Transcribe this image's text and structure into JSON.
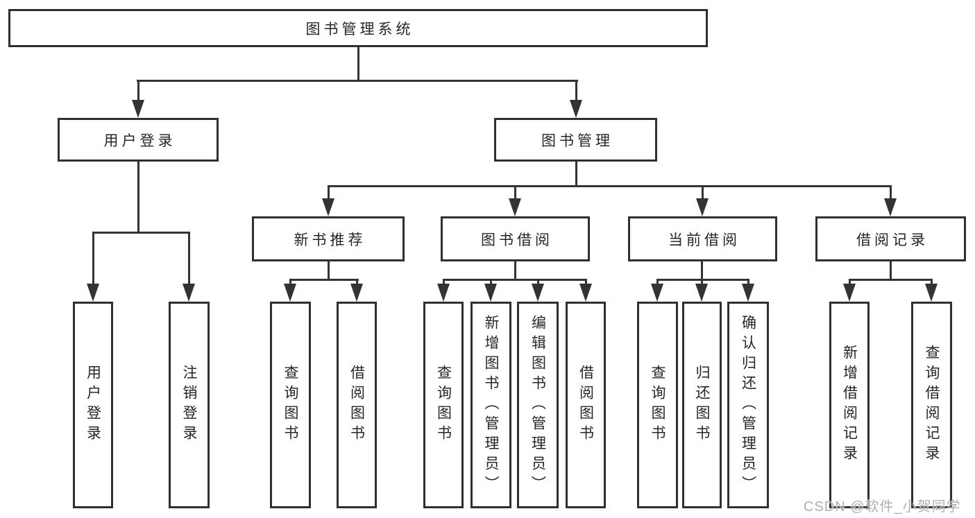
{
  "diagram": {
    "root": {
      "label": "图书管理系统"
    },
    "user_login": {
      "label": "用户登录",
      "children": [
        {
          "label": "用户登录"
        },
        {
          "label": "注销登录"
        }
      ]
    },
    "book_management": {
      "label": "图书管理",
      "sections": [
        {
          "label": "新书推荐",
          "children": [
            {
              "label": "查询图书"
            },
            {
              "label": "借阅图书"
            }
          ]
        },
        {
          "label": "图书借阅",
          "children": [
            {
              "label": "查询图书"
            },
            {
              "label": "新增图书（管理员）"
            },
            {
              "label": "编辑图书（管理员）"
            },
            {
              "label": "借阅图书"
            }
          ]
        },
        {
          "label": "当前借阅",
          "children": [
            {
              "label": "查询图书"
            },
            {
              "label": "归还图书"
            },
            {
              "label": "确认归还（管理员）"
            }
          ]
        },
        {
          "label": "借阅记录",
          "children": [
            {
              "label": "新增借阅记录"
            },
            {
              "label": "查询借阅记录"
            }
          ]
        }
      ]
    }
  },
  "watermark": {
    "text": "CSDN @软件_小贺同学"
  },
  "colors": {
    "line": "#333333",
    "box_border": "#2f2f2f",
    "text": "#262626",
    "watermark": "#b0b0b0",
    "background": "#ffffff"
  }
}
